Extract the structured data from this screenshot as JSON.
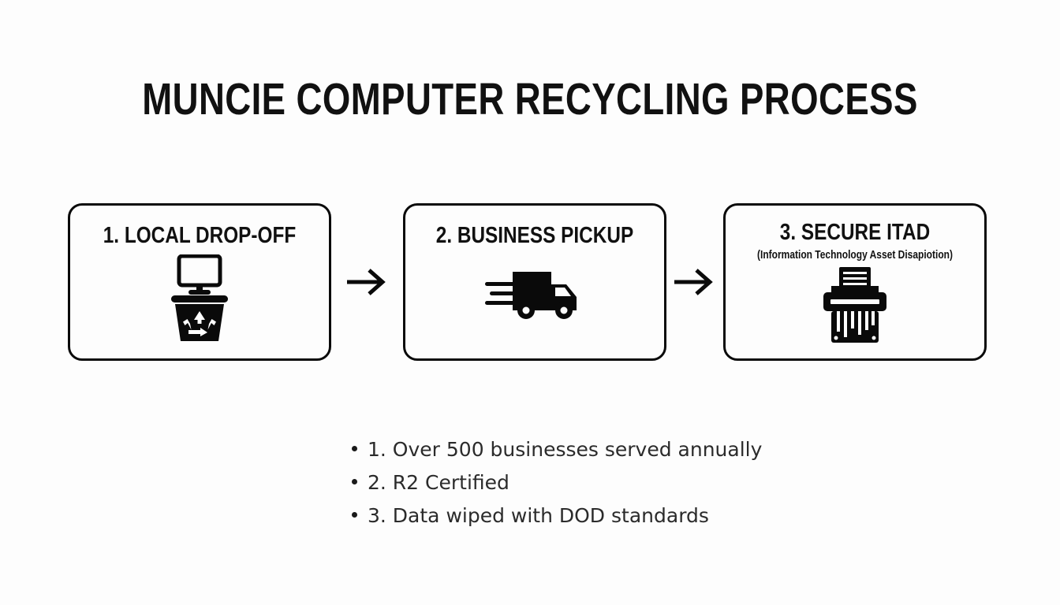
{
  "slide": {
    "title": "MUNCIE COMPUTER RECYCLING PROCESS",
    "background_color": "#fdfdfd",
    "text_color": "#111111",
    "border_color": "#0a0a0a"
  },
  "steps": [
    {
      "heading": "1. LOCAL DROP-OFF",
      "subheading": "",
      "icon": "monitor-in-recycle-bin-icon"
    },
    {
      "heading": "2. BUSINESS PICKUP",
      "subheading": "",
      "icon": "delivery-truck-icon"
    },
    {
      "heading": "3. SECURE ITAD",
      "subheading": "(Information Technology Asset Disapiotion)",
      "icon": "paper-shredder-icon"
    }
  ],
  "arrows": [
    {
      "name": "arrow-step1-to-step2",
      "glyph": "right-arrow-icon"
    },
    {
      "name": "arrow-step2-to-step3",
      "glyph": "right-arrow-icon"
    }
  ],
  "bullets": [
    {
      "text": "1. Over 500 businesses served annually"
    },
    {
      "text": "2. R2 Certified"
    },
    {
      "text": " 3. Data wiped with DOD standards"
    }
  ]
}
